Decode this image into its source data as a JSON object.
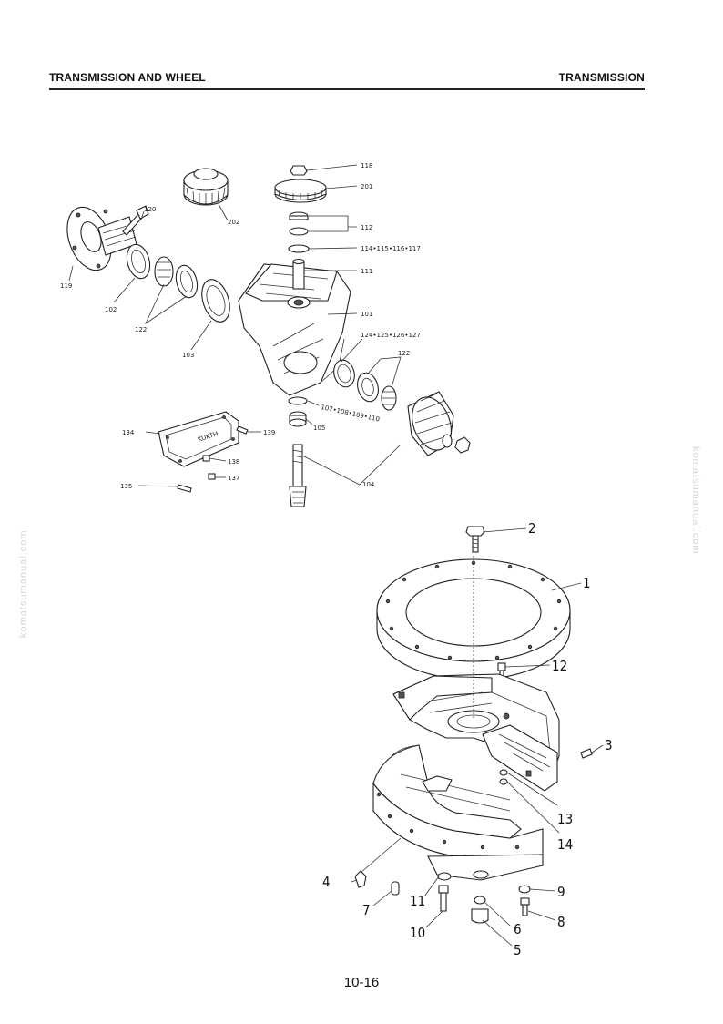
{
  "header": {
    "section_left": "TRANSMISSION AND WHEEL",
    "section_right": "TRANSMISSION"
  },
  "watermark": {
    "left": "komatsumanual.com",
    "right": "komatsumanual.com"
  },
  "upper_diagram": {
    "labels": {
      "l118": "118",
      "l201": "201",
      "l202": "202",
      "l112": "112",
      "l114": "114•115•116•117",
      "l111": "111",
      "l120": "120",
      "l119": "119",
      "l102a": "102",
      "l122a": "122",
      "l103": "103",
      "l101": "101",
      "l124": "124•125•126•127",
      "l122b": "122",
      "l107": "107•108•109•110",
      "l105": "105",
      "l104": "104",
      "l134": "134",
      "l139": "139",
      "l138": "138",
      "l137": "137",
      "l135": "135"
    },
    "cover_text": "KUKTH"
  },
  "lower_diagram": {
    "labels": {
      "c1": "1",
      "c2": "2",
      "c3": "3",
      "c4": "4",
      "c5": "5",
      "c6": "6",
      "c7": "7",
      "c8": "8",
      "c9": "9",
      "c10": "10",
      "c11": "11",
      "c12": "12",
      "c13": "13",
      "c14": "14"
    }
  },
  "footer": {
    "page_number": "10-16"
  }
}
